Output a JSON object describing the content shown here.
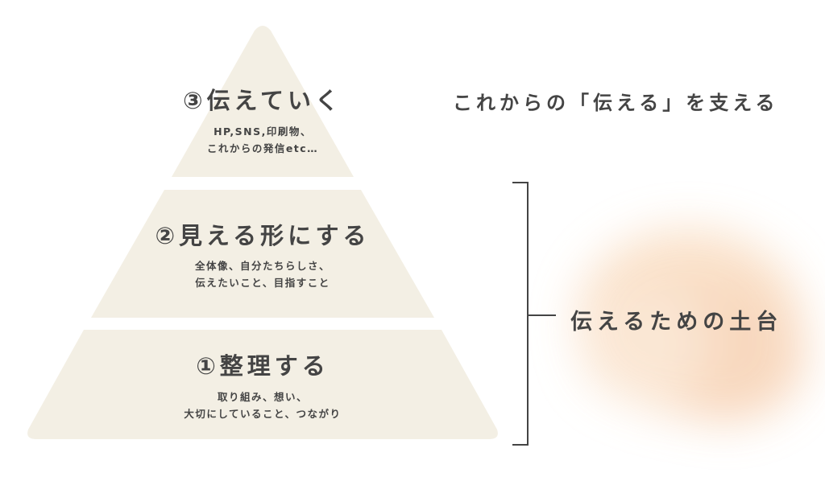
{
  "pyramid": {
    "fill_color": "#f3efe4",
    "tiers": [
      {
        "title": "③伝えていく",
        "desc_lines": [
          "HP,SNS,印刷物、",
          "これからの発信etc…"
        ]
      },
      {
        "title": "②見える形にする",
        "desc_lines": [
          "全体像、自分たちらしさ、",
          "伝えたいこと、目指すこと"
        ]
      },
      {
        "title": "①整理する",
        "desc_lines": [
          "取り組み、想い、",
          "大切にしていること、つながり"
        ]
      }
    ]
  },
  "top_caption": "これからの「伝える」を支える",
  "foundation": {
    "label": "伝えるための土台",
    "bracket_color": "#444444",
    "blob_color": "#f8d8b8"
  },
  "text_color": "#444444"
}
